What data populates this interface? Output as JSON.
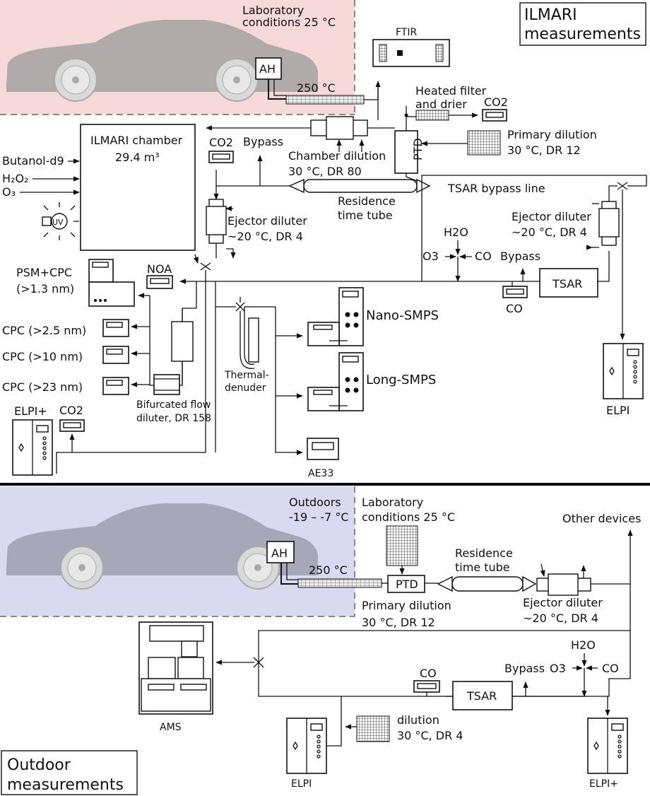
{
  "top": {
    "title": [
      "ILMARI",
      "measurements"
    ],
    "lab_conditions": [
      "Laboratory",
      "conditions 25 °C"
    ],
    "ah": "AH",
    "temp_250": "250 °C",
    "ftir": "FTIR",
    "heated_filter": [
      "Heated filter",
      "and drier"
    ],
    "co2": "CO2",
    "chamber": [
      "ILMARI chamber",
      "29.4 m³"
    ],
    "bypass": "Bypass",
    "chamber_dilution": [
      "Chamber dilution",
      "30 °C, DR 80"
    ],
    "ptd": "PTD",
    "primary_dilution": [
      "Primary dilution",
      "30 °C, DR 12"
    ],
    "inputs": [
      "Butanol-d9",
      "H₂O₂",
      "O₃"
    ],
    "uv": "UV",
    "residence_tube": [
      "Residence",
      "time tube"
    ],
    "tsar_bypass_line": "TSAR bypass line",
    "ejector_left": [
      "Ejector diluter",
      "~20 °C, DR 4"
    ],
    "ejector_right": [
      "Ejector diluter",
      "~20 °C, DR 4"
    ],
    "h2o": "H2O",
    "o3": "O3",
    "co": "CO",
    "tsar": "TSAR",
    "noa": "NOA",
    "psm": [
      "PSM+CPC",
      "(>1.3 nm)"
    ],
    "cpcs": [
      "CPC (>2.5 nm)",
      "CPC (>10 nm)",
      "CPC (>23 nm)"
    ],
    "nano_smps": "Nano-SMPS",
    "long_smps": "Long-SMPS",
    "thermodenuder": [
      "Thermal-",
      "denuder"
    ],
    "bifurcated": [
      "Bifurcated flow",
      "diluter, DR 158"
    ],
    "elpi_plus": "ELPI+",
    "elpi": "ELPI",
    "ae33": "AE33"
  },
  "bottom": {
    "title": [
      "Outdoor",
      "measurements"
    ],
    "outdoors": [
      "Outdoors",
      "-19 – -7 °C"
    ],
    "ah": "AH",
    "temp_250": "250 °C",
    "lab_conditions": [
      "Laboratory",
      "conditions 25 °C"
    ],
    "ptd": "PTD",
    "primary_dilution": [
      "Primary dilution",
      "30 °C, DR 12"
    ],
    "residence_tube": [
      "Residence",
      "time tube"
    ],
    "ejector": [
      "Ejector diluter",
      "~20 °C, DR 4"
    ],
    "other_devices": "Other devices",
    "ams": "AMS",
    "h2o": "H2O",
    "bypass": "Bypass",
    "o3": "O3",
    "co": "CO",
    "co_box": "CO",
    "tsar": "TSAR",
    "dilution": [
      "dilution",
      "30 °C, DR 4"
    ],
    "elpi": "ELPI",
    "elpi_plus": "ELPI+"
  },
  "colors": {
    "top_panel": "#f7d9d9",
    "bottom_panel": "#d9d9f0",
    "divider": "#000000"
  }
}
